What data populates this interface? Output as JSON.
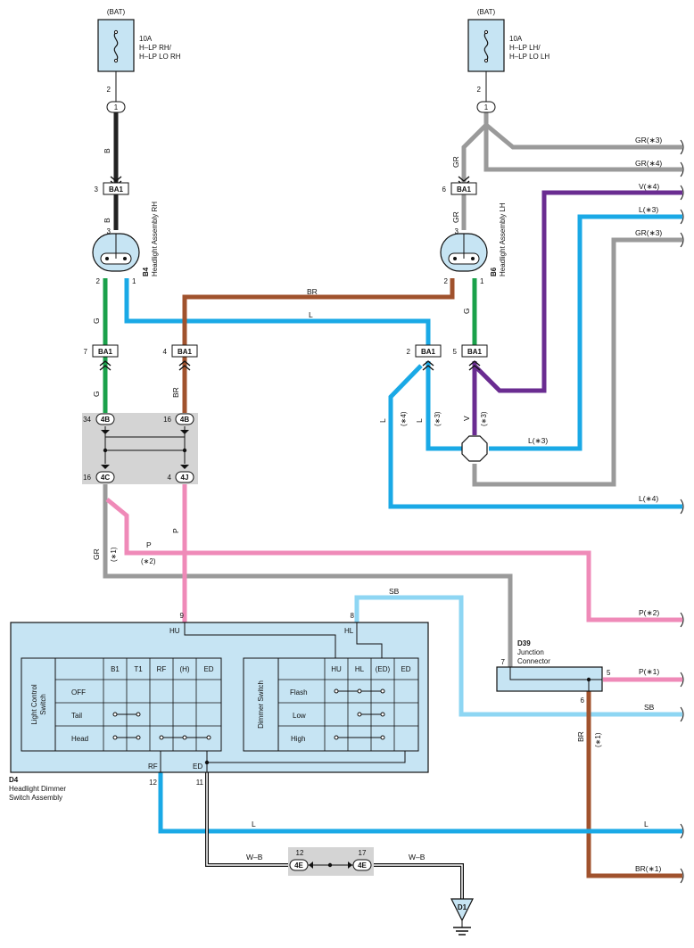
{
  "colors": {
    "B": "#222222",
    "G": "#1aa14a",
    "BR": "#a0522d",
    "L": "#1aa9e6",
    "GR": "#9a9a9a",
    "V": "#6a2c91",
    "P": "#ef8ab8",
    "SB": "#8ed6f3",
    "WB": "#111111",
    "component_fill": "#c6e4f3",
    "junction_fill": "#d4d4d4"
  },
  "fuses": [
    {
      "id": "fuse-rh",
      "top": "(BAT)",
      "rating": "10A",
      "line1": "H–LP RH/",
      "line2": "H–LP LO RH",
      "pin": "2",
      "node": "1"
    },
    {
      "id": "fuse-lh",
      "top": "(BAT)",
      "rating": "10A",
      "line1": "H–LP LH/",
      "line2": "H–LP LO LH",
      "pin": "2",
      "node": "1"
    }
  ],
  "headlights": {
    "rh": {
      "code": "B4",
      "name": "Headlight Assembly RH",
      "pin_top": "3",
      "pin_left": "2",
      "pin_right": "1"
    },
    "lh": {
      "code": "B6",
      "name": "Headlight Assembly LH",
      "pin_top": "3",
      "pin_left": "2",
      "pin_right": "1"
    }
  },
  "connectors": {
    "ba1": "BA1",
    "ba1_rh_top_pin": "3",
    "ba1_lh_top_pin": "6",
    "ba1_pins": [
      "7",
      "4",
      "2",
      "5"
    ],
    "j4B": "4B",
    "j4C": "4C",
    "j4J": "4J",
    "j4E": "4E",
    "pin_4B_left": "34",
    "pin_4B_right": "16",
    "pin_4C": "16",
    "pin_4J": "4",
    "pin_4E_left": "12",
    "pin_4E_right": "17"
  },
  "wires": {
    "B": "B",
    "G": "G",
    "BR": "BR",
    "L": "L",
    "GR": "GR",
    "V": "V",
    "P": "P",
    "SB": "SB",
    "WB": "W–B",
    "note_1": "(∗1)",
    "note_2": "(∗2)",
    "note_3": "(∗3)",
    "note_4": "(∗4)"
  },
  "right_labels": {
    "gr3a": "GR(∗3)",
    "gr4": "GR(∗4)",
    "v4": "V(∗4)",
    "l3": "L(∗3)",
    "gr3b": "GR(∗3)",
    "l4": "L(∗4)",
    "p2": "P(∗2)",
    "p1": "P(∗1)",
    "sb": "SB",
    "l": "L",
    "br1": "BR(∗1)",
    "l3_mid": "L(∗3)"
  },
  "d39": {
    "code": "D39",
    "line1": "Junction",
    "line2": "Connector",
    "pin_in": "7",
    "pin_out": "5",
    "pin_down": "6"
  },
  "d4": {
    "code": "D4",
    "name1": "Headlight Dimmer",
    "name2": "Switch Assembly",
    "pin_hu": "9",
    "pin_hl": "8",
    "hu": "HU",
    "hl": "HL",
    "rf": "RF",
    "ed": "ED",
    "pin_rf": "12",
    "pin_ed": "11",
    "light_switch": {
      "title1": "Light Control",
      "title2": "Switch",
      "columns": [
        "B1",
        "T1",
        "RF",
        "(H)",
        "ED"
      ],
      "rows": [
        "OFF",
        "Tail",
        "Head"
      ]
    },
    "dimmer_switch": {
      "title": "Dimmer Switch",
      "columns": [
        "HU",
        "HL",
        "(ED)",
        "ED"
      ],
      "rows": [
        "Flash",
        "Low",
        "High"
      ]
    }
  },
  "ground": {
    "code": "D1"
  }
}
